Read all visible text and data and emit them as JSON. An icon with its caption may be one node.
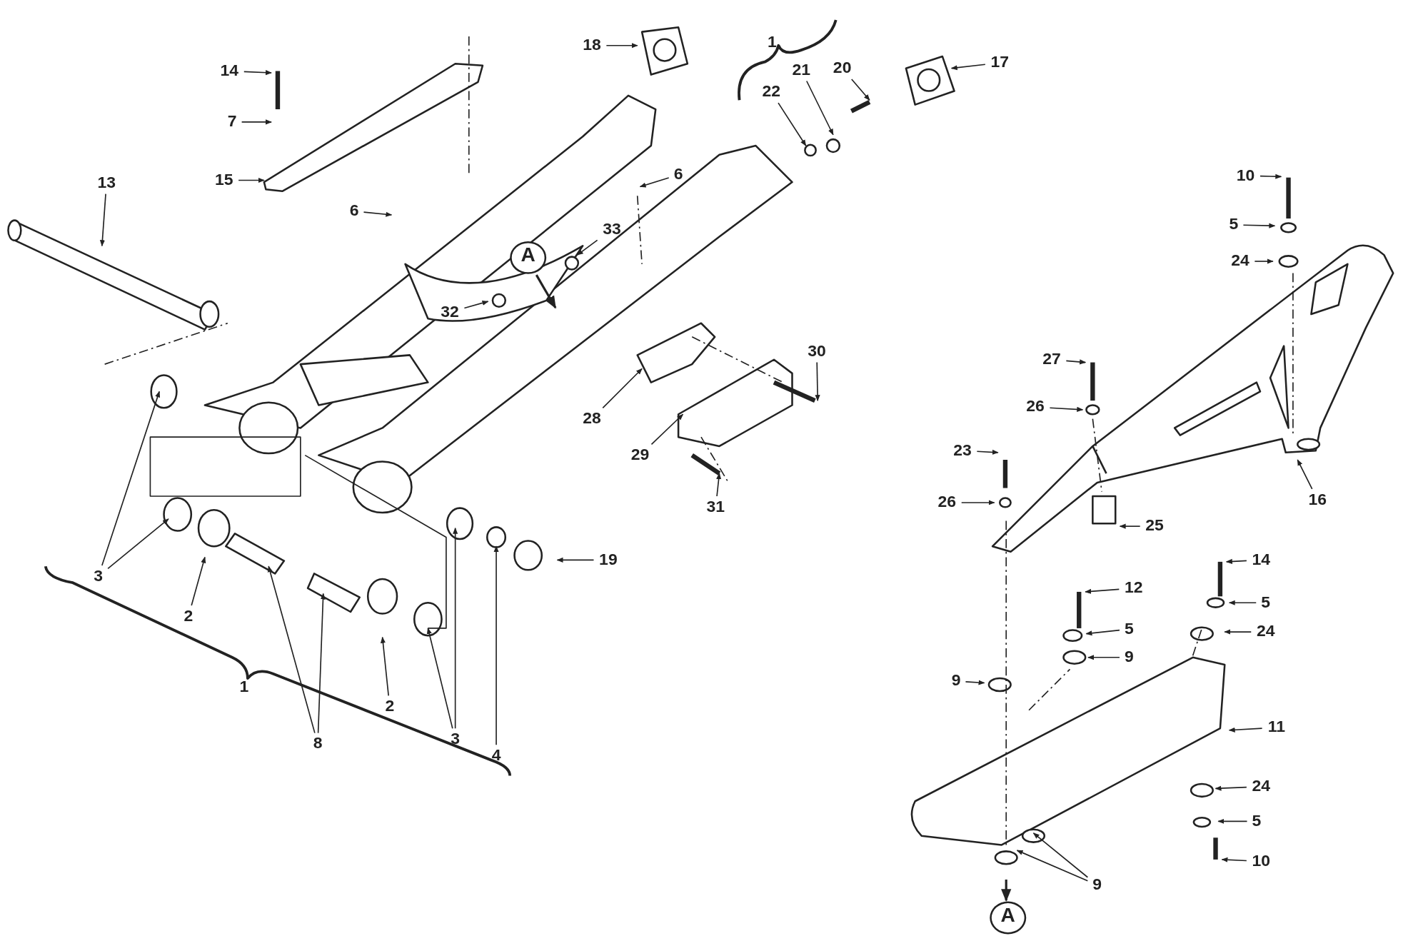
{
  "diagram": {
    "nodes": [
      {
        "text": [
          "18"
        ]
      },
      {
        "text": [
          "14"
        ]
      },
      {
        "text": [
          "20"
        ]
      },
      {
        "text": [
          "21"
        ]
      },
      {
        "text": [
          "17"
        ]
      },
      {
        "text": [
          "22"
        ]
      },
      {
        "text": [
          "7"
        ]
      },
      {
        "text": [
          "10"
        ]
      },
      {
        "text": [
          "15"
        ]
      },
      {
        "text": [
          "13"
        ]
      },
      {
        "text": [
          "6"
        ]
      },
      {
        "text": [
          "6"
        ]
      },
      {
        "text": [
          "33"
        ]
      },
      {
        "text": [
          "5"
        ]
      },
      {
        "text": [
          "A"
        ]
      },
      {
        "text": [
          "24"
        ]
      },
      {
        "text": [
          "32"
        ]
      },
      {
        "text": [
          "30"
        ]
      },
      {
        "text": [
          "27"
        ]
      },
      {
        "text": [
          "26"
        ]
      },
      {
        "text": [
          "28"
        ]
      },
      {
        "text": [
          "23"
        ]
      },
      {
        "text": [
          "29"
        ]
      },
      {
        "text": [
          "16"
        ]
      },
      {
        "text": [
          "26"
        ]
      },
      {
        "text": [
          "31"
        ]
      },
      {
        "text": [
          "25"
        ]
      },
      {
        "text": [
          "19"
        ]
      },
      {
        "text": [
          "14"
        ]
      },
      {
        "text": [
          "3"
        ]
      },
      {
        "text": [
          "12"
        ]
      },
      {
        "text": [
          "5"
        ]
      },
      {
        "text": [
          "2"
        ]
      },
      {
        "text": [
          "5"
        ]
      },
      {
        "text": [
          "24"
        ]
      },
      {
        "text": [
          "9"
        ]
      },
      {
        "text": [
          "9"
        ]
      },
      {
        "text": [
          "2"
        ]
      },
      {
        "text": [
          "11"
        ]
      },
      {
        "text": [
          "3"
        ]
      },
      {
        "text": [
          "8"
        ]
      },
      {
        "text": [
          "4"
        ]
      },
      {
        "text": [
          "24"
        ]
      },
      {
        "text": [
          "5"
        ]
      },
      {
        "text": [
          "10"
        ]
      },
      {
        "text": [
          "9"
        ]
      },
      {
        "text": [
          "A"
        ]
      }
    ],
    "edges": [
      {
        "from": 0,
        "to": null,
        "arrow": "to"
      },
      {
        "from": 1,
        "to": null,
        "arrow": "to"
      },
      {
        "from": 2,
        "to": null,
        "arrow": "to"
      },
      {
        "from": 3,
        "to": null,
        "arrow": "to"
      },
      {
        "from": 4,
        "to": null,
        "arrow": "to"
      },
      {
        "from": 5,
        "to": null,
        "arrow": "to"
      },
      {
        "from": 6,
        "to": null,
        "arrow": "to"
      },
      {
        "from": 7,
        "to": null,
        "arrow": "to"
      },
      {
        "from": 8,
        "to": null,
        "arrow": "to"
      },
      {
        "from": 9,
        "to": null,
        "arrow": "to"
      },
      {
        "from": 10,
        "to": null,
        "arrow": "to"
      },
      {
        "from": 11,
        "to": null,
        "arrow": "to"
      },
      {
        "from": 12,
        "to": null,
        "arrow": "to"
      },
      {
        "from": 13,
        "to": null,
        "arrow": "to"
      },
      {
        "from": 14,
        "to": null,
        "arrow": "to"
      },
      {
        "from": 15,
        "to": null,
        "arrow": "to"
      },
      {
        "from": 16,
        "to": null,
        "arrow": "to"
      },
      {
        "from": 17,
        "to": null,
        "arrow": "to"
      },
      {
        "from": 18,
        "to": null,
        "arrow": "to"
      },
      {
        "from": 19,
        "to": null,
        "arrow": "to"
      },
      {
        "from": 20,
        "to": null,
        "arrow": "to"
      },
      {
        "from": 21,
        "to": null,
        "arrow": "to"
      },
      {
        "from": 22,
        "to": null,
        "arrow": "to"
      },
      {
        "from": 23,
        "to": null,
        "arrow": "to"
      },
      {
        "from": 24,
        "to": null,
        "arrow": "to"
      },
      {
        "from": 25,
        "to": null,
        "arrow": "to"
      },
      {
        "from": 26,
        "to": null,
        "arrow": "to"
      },
      {
        "from": 27,
        "to": null,
        "arrow": "to"
      },
      {
        "from": 28,
        "to": null,
        "arrow": "to"
      },
      {
        "from": 29,
        "to": null,
        "arrow": "to"
      },
      {
        "from": 29,
        "to": null,
        "arrow": "to"
      },
      {
        "from": 30,
        "to": null,
        "arrow": "to"
      },
      {
        "from": 31,
        "to": null,
        "arrow": "to"
      },
      {
        "from": 32,
        "to": null,
        "arrow": "to"
      },
      {
        "from": 33,
        "to": null,
        "arrow": "to"
      },
      {
        "from": 34,
        "to": null,
        "arrow": "to"
      },
      {
        "from": 35,
        "to": null,
        "arrow": "to"
      },
      {
        "from": 36,
        "to": null,
        "arrow": "to"
      },
      {
        "from": 37,
        "to": null,
        "arrow": "to"
      },
      {
        "from": 38,
        "to": null,
        "arrow": "to"
      },
      {
        "from": 39,
        "to": null,
        "arrow": "to"
      },
      {
        "from": 39,
        "to": null,
        "arrow": "to"
      },
      {
        "from": 40,
        "to": null,
        "arrow": "to"
      },
      {
        "from": 40,
        "to": null,
        "arrow": "to"
      },
      {
        "from": 41,
        "to": null,
        "arrow": "to"
      },
      {
        "from": 42,
        "to": null,
        "arrow": "to"
      },
      {
        "from": 43,
        "to": null,
        "arrow": "to"
      },
      {
        "from": 44,
        "to": null,
        "arrow": "to"
      },
      {
        "from": 45,
        "to": null,
        "arrow": "to"
      },
      {
        "from": 45,
        "to": null,
        "arrow": "to"
      },
      {
        "from": null,
        "to": 46,
        "arrow": "to"
      }
    ],
    "labels": [
      "1",
      "1"
    ]
  }
}
